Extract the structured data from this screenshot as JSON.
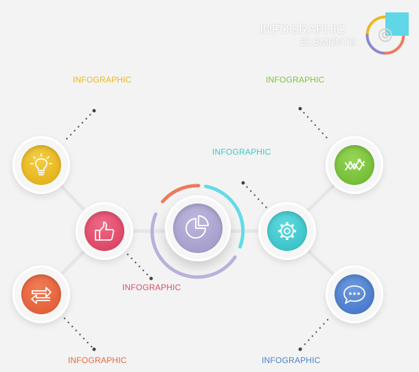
{
  "title": {
    "line1": "INFOGRAPHIC",
    "line2": "ELEMENTS"
  },
  "colors": {
    "yellow": "#e9b81f",
    "red": "#e04a6a",
    "orange": "#e8653d",
    "purple": "#a9a3cf",
    "teal": "#3cc7cc",
    "green": "#7cc43a",
    "blue": "#4a7fd0",
    "cyan": "#5ed8e6"
  },
  "labels": {
    "top_left": "INFOGRAPHIC",
    "top_right": "INFOGRAPHIC",
    "center_right": "INFOGRAPHIC",
    "center_bottom": "INFOGRAPHIC",
    "bottom_left": "INFOGRAPHIC",
    "bottom_right": "INFOGRAPHIC"
  },
  "icons": {
    "lightbulb": "lightbulb-icon",
    "thumbs_up": "thumbs-up-icon",
    "swap_arrows": "swap-arrows-icon",
    "pie_chart": "pie-chart-icon",
    "gear": "gear-icon",
    "chart": "line-chart-icon",
    "chat": "chat-bubble-icon"
  }
}
